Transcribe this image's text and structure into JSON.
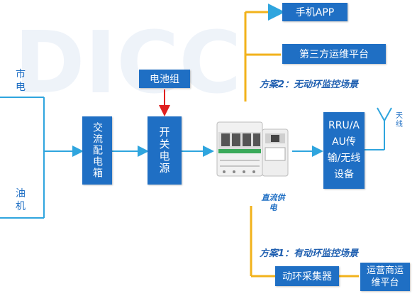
{
  "colors": {
    "box_blue": "#1f6fc4",
    "line_blue": "#2fa5de",
    "orange": "#f2b21b",
    "red": "#e02020"
  },
  "sources": {
    "mains": "市电",
    "oil": "油机"
  },
  "boxes": {
    "ac_box": "交流配电箱",
    "switch_power": "开关电源",
    "battery": "电池组",
    "rru": "RRU/AAU传输/无线设备",
    "mobile_app": "手机APP",
    "third_party": "第三方运维平台",
    "collector": "动环采集器",
    "operator": "运营商运维平台"
  },
  "labels": {
    "antenna": "天线",
    "dc_supply": "直流供电",
    "scheme2": "方案2：无动环监控场景",
    "scheme1": "方案1：有动环监控场景"
  },
  "icons": {
    "device": "circuit-breaker-device-icon",
    "antenna": "antenna-icon"
  }
}
